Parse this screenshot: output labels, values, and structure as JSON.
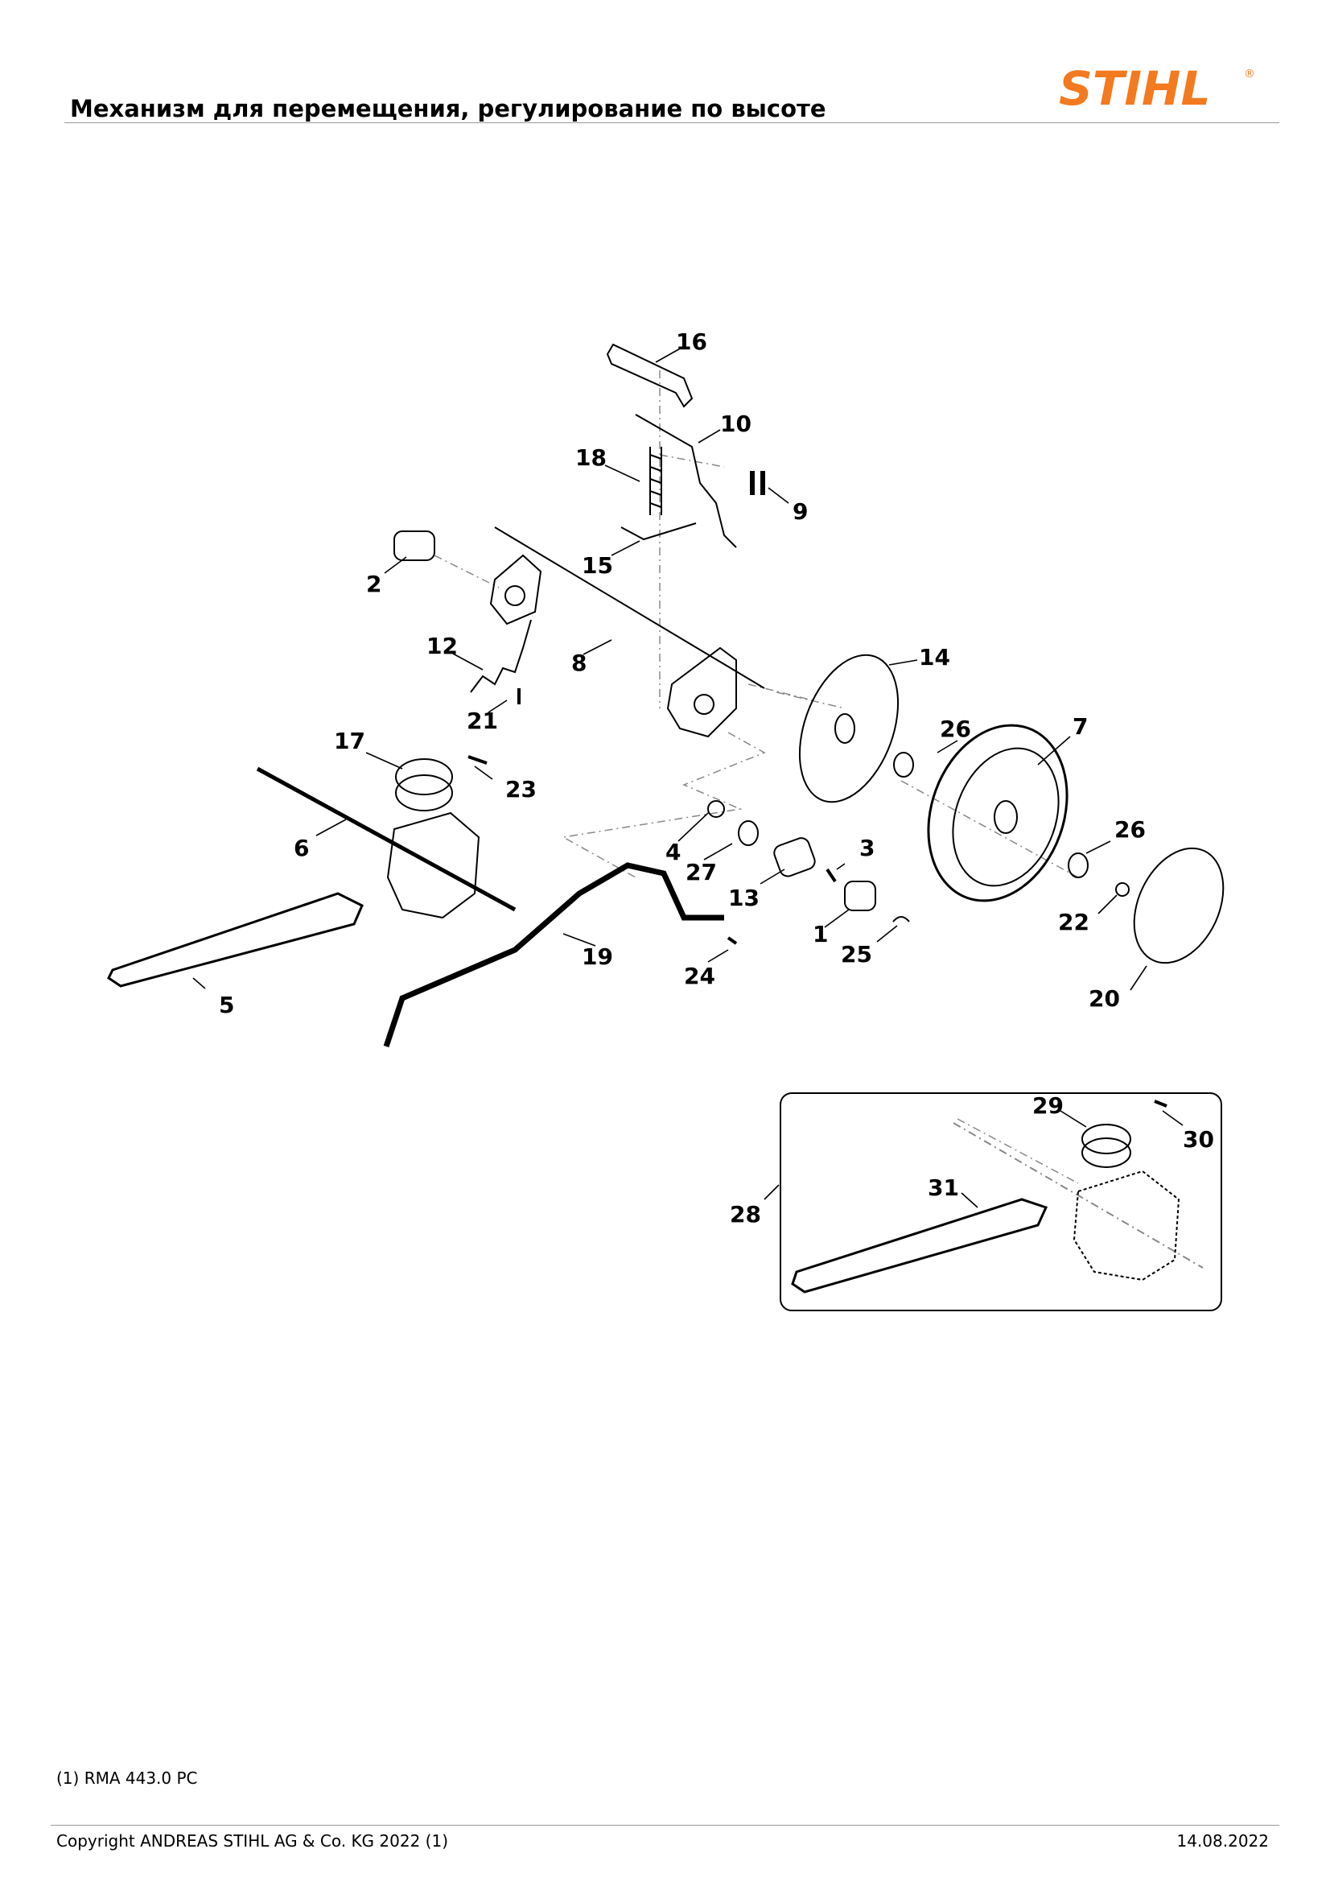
{
  "header": {
    "title": "Механизм для перемещения, регулирование по высоте",
    "logo_text": "STIHL",
    "logo_mark": "®",
    "brand_color": "#f37a1f"
  },
  "diagram": {
    "callouts": [
      "1",
      "2",
      "3",
      "4",
      "5",
      "6",
      "7",
      "8",
      "9",
      "10",
      "12",
      "13",
      "14",
      "15",
      "16",
      "17",
      "18",
      "19",
      "20",
      "21",
      "22",
      "23",
      "24",
      "25",
      "26",
      "26",
      "27",
      "28",
      "29",
      "30",
      "31"
    ]
  },
  "footer": {
    "note": "(1) RMA 443.0 PC",
    "copyright": "Copyright ANDREAS STIHL AG & Co. KG 2022 (1)",
    "date": "14.08.2022"
  }
}
